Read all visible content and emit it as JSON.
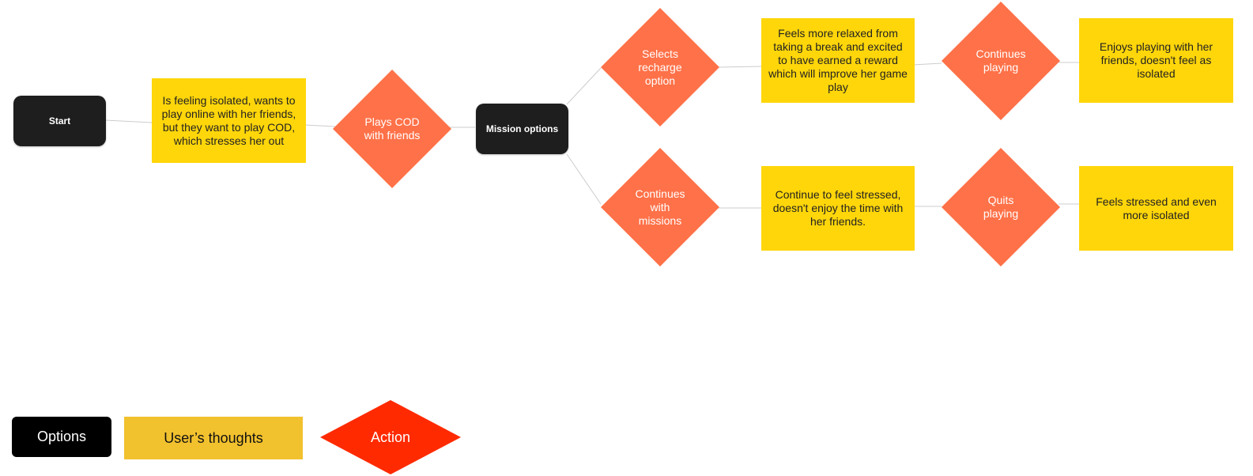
{
  "colors": {
    "option_bg": "#1e1e1e",
    "thought_bg": "#ffd60a",
    "action_bg": "#ff7148",
    "connector": "#cccccc",
    "legend_option_bg": "#000000",
    "legend_thought_bg": "#f2c12e",
    "legend_action_bg": "#ff2a00"
  },
  "flow": {
    "start": "Start",
    "thought_isolated": "Is feeling isolated, wants to play online with her friends, but they want to play COD, which stresses her out",
    "action_plays_cod": "Plays COD with friends",
    "mission_options": "Mission options",
    "action_recharge": "Selects recharge option",
    "thought_relaxed": "Feels more relaxed from taking a break and excited to have earned a reward which will improve her game play",
    "action_continues_playing": "Continues playing",
    "thought_enjoys": "Enjoys playing with her friends, doesn't feel as isolated",
    "action_continues_missions": "Continues with missions",
    "thought_stressed": "Continue to feel stressed, doesn't enjoy the time with her friends.",
    "action_quits": "Quits playing",
    "thought_more_isolated": "Feels stressed and even more isolated"
  },
  "legend": {
    "options": "Options",
    "thoughts": "User’s thoughts",
    "action": "Action"
  }
}
